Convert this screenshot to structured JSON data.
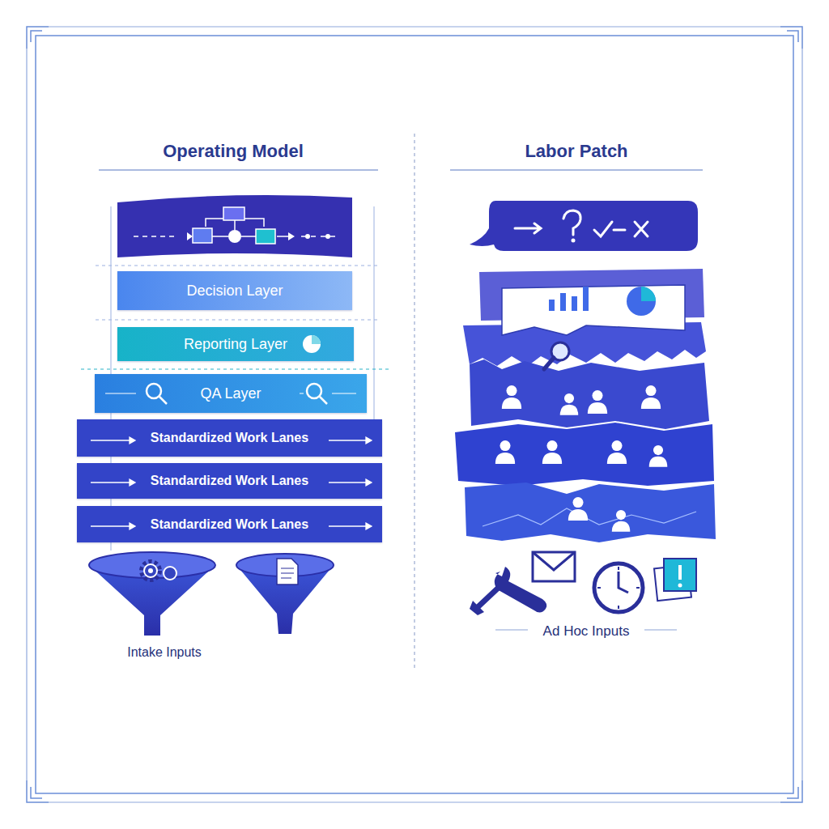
{
  "diagram": {
    "nodes": [
      {
        "text": [
          "Decision Layer"
        ]
      },
      {
        "text": [
          "Reporting Layer"
        ]
      },
      {
        "text": [
          "QA Layer"
        ]
      },
      {
        "text": [
          "Standardized Work Lanes"
        ]
      },
      {
        "text": [
          "Standardized Work Lanes"
        ]
      },
      {
        "text": [
          "Standardized Work Lanes"
        ]
      }
    ],
    "labels": [
      "Operating Model",
      "Labor Patch",
      "Intake Inputs",
      "Ad Hoc Inputs"
    ]
  }
}
